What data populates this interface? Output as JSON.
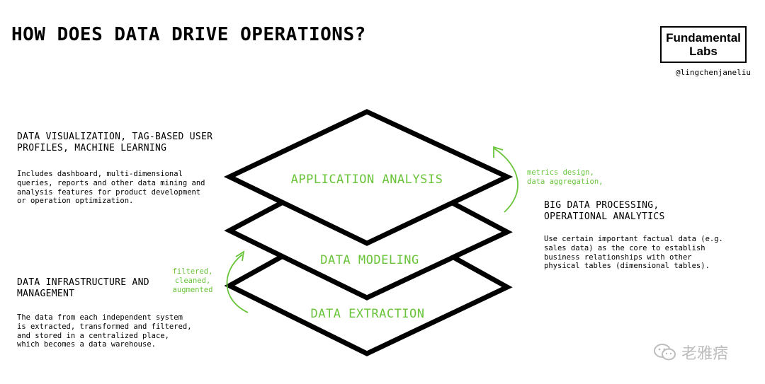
{
  "title": "HOW DOES DATA DRIVE OPERATIONS?",
  "logo": {
    "line1": "Fundamental",
    "line2": "Labs"
  },
  "handle": "@lingchenjaneliu",
  "top_left": {
    "heading_line1": "DATA VISUALIZATION, TAG-BASED USER",
    "heading_line2": "PROFILES, MACHINE LEARNING",
    "desc": [
      "Includes dashboard, multi-dimensional",
      "queries, reports and other data mining and",
      "analysis features for product development",
      "or operation optimization."
    ]
  },
  "bottom_left": {
    "heading_line1": "DATA INFRASTRUCTURE AND",
    "heading_line2": "MANAGEMENT",
    "desc": [
      "The data from each independent system",
      "is extracted, transformed and filtered,",
      "and stored in a centralized place,",
      "which becomes a data warehouse."
    ]
  },
  "right": {
    "heading_line1": "BIG DATA PROCESSING,",
    "heading_line2": "OPERATIONAL ANALYTICS",
    "desc": [
      "Use certain important factual data (e.g.",
      "sales data) as the core to establish",
      "business relationships with other",
      "physical tables (dimensional tables)."
    ]
  },
  "notes": {
    "left": [
      "filtered,",
      "cleaned,",
      "augmented"
    ],
    "right": [
      "metrics design,",
      "data aggregation,"
    ]
  },
  "layers": {
    "top": "APPLICATION ANALYSIS",
    "middle": "DATA MODELING",
    "bottom": "DATA EXTRACTION"
  },
  "colors": {
    "accent": "#69c43a",
    "stroke": "#000000"
  },
  "watermark": "老雅痞"
}
